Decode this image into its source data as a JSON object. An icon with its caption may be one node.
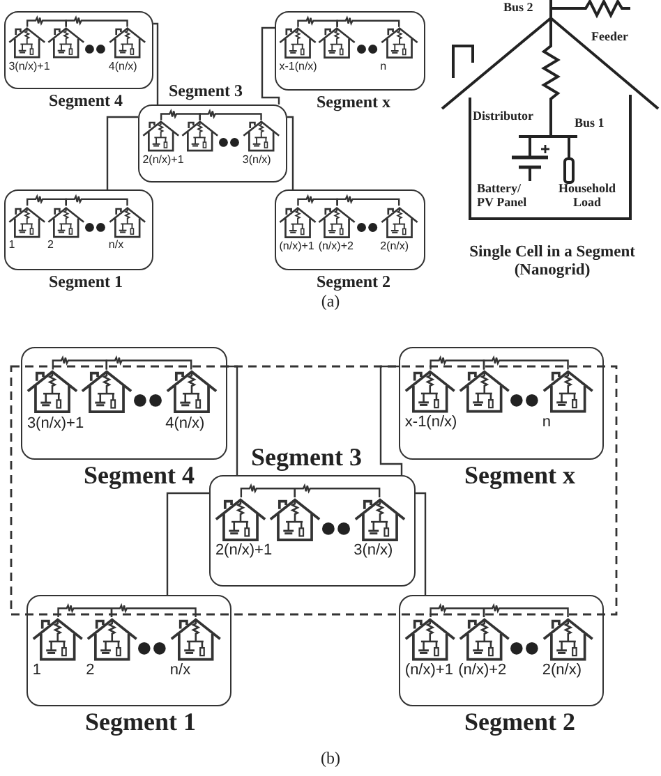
{
  "diagram": {
    "nodes": [
      {
        "text": [
          "Segment 4"
        ]
      },
      {
        "text": [
          "3(n/x)+1"
        ],
        "in": 0
      },
      {
        "text": [],
        "shape": "house",
        "in": 0
      },
      {
        "text": [
          "4(n/x)"
        ],
        "in": 0
      },
      {
        "text": [
          "Segment x"
        ]
      },
      {
        "text": [
          "x-1(n/x)"
        ],
        "in": 4
      },
      {
        "text": [],
        "shape": "house",
        "in": 4
      },
      {
        "text": [
          "n"
        ],
        "in": 4
      },
      {
        "text": [
          "Segment 3"
        ]
      },
      {
        "text": [
          "2(n/x)+1"
        ],
        "in": 8
      },
      {
        "text": [],
        "shape": "house",
        "in": 8
      },
      {
        "text": [
          "3(n/x)"
        ],
        "in": 8
      },
      {
        "text": [
          "Segment 1"
        ]
      },
      {
        "text": [
          "1"
        ],
        "in": 12
      },
      {
        "text": [
          "2"
        ],
        "in": 12
      },
      {
        "text": [
          "n/x"
        ],
        "in": 12
      },
      {
        "text": [
          "Segment 2"
        ]
      },
      {
        "text": [
          "(n/x)+1"
        ],
        "in": 16
      },
      {
        "text": [
          "(n/x)+2"
        ],
        "in": 16
      },
      {
        "text": [
          "2(n/x)"
        ],
        "in": 16
      },
      {
        "text": [
          "Segment 4"
        ]
      },
      {
        "text": [
          "3(n/x)+1"
        ],
        "in": 20
      },
      {
        "text": [],
        "shape": "house",
        "in": 20
      },
      {
        "text": [
          "4(n/x)"
        ],
        "in": 20
      },
      {
        "text": [
          "Segment x"
        ]
      },
      {
        "text": [
          "x-1(n/x)"
        ],
        "in": 24
      },
      {
        "text": [],
        "shape": "house",
        "in": 24
      },
      {
        "text": [
          "n"
        ],
        "in": 24
      },
      {
        "text": [
          "Segment 3"
        ]
      },
      {
        "text": [
          "2(n/x)+1"
        ],
        "in": 28
      },
      {
        "text": [],
        "shape": "house",
        "in": 28
      },
      {
        "text": [
          "3(n/x)"
        ],
        "in": 28
      },
      {
        "text": [
          "Segment 1"
        ]
      },
      {
        "text": [
          "1"
        ],
        "in": 32
      },
      {
        "text": [
          "2"
        ],
        "in": 32
      },
      {
        "text": [
          "n/x"
        ],
        "in": 32
      },
      {
        "text": [
          "Segment 2"
        ]
      },
      {
        "text": [
          "(n/x)+1"
        ],
        "in": 36
      },
      {
        "text": [
          "(n/x)+2"
        ],
        "in": 36
      },
      {
        "text": [
          "2(n/x)"
        ],
        "in": 36
      }
    ],
    "edges": [
      {
        "from": 0,
        "to": 8,
        "arrow": "none"
      },
      {
        "from": 4,
        "to": 8,
        "arrow": "none"
      },
      {
        "from": 8,
        "to": 12,
        "arrow": "none"
      },
      {
        "from": 8,
        "to": 16,
        "arrow": "none"
      },
      {
        "from": 20,
        "to": 28,
        "arrow": "none"
      },
      {
        "from": 24,
        "to": 28,
        "arrow": "none"
      },
      {
        "from": 28,
        "to": 32,
        "arrow": "none"
      },
      {
        "from": 28,
        "to": 36,
        "arrow": "none"
      },
      {
        "from": 1,
        "to": 2,
        "arrow": "none"
      },
      {
        "from": 2,
        "to": 3,
        "arrow": "none"
      },
      {
        "from": 5,
        "to": 6,
        "arrow": "none"
      },
      {
        "from": 6,
        "to": 7,
        "arrow": "none"
      },
      {
        "from": 9,
        "to": 10,
        "arrow": "none"
      },
      {
        "from": 10,
        "to": 11,
        "arrow": "none"
      },
      {
        "from": 13,
        "to": 14,
        "arrow": "none"
      },
      {
        "from": 14,
        "to": 15,
        "arrow": "none"
      },
      {
        "from": 17,
        "to": 18,
        "arrow": "none"
      },
      {
        "from": 18,
        "to": 19,
        "arrow": "none"
      },
      {
        "from": 21,
        "to": 22,
        "arrow": "none"
      },
      {
        "from": 22,
        "to": 23,
        "arrow": "none"
      },
      {
        "from": 25,
        "to": 26,
        "arrow": "none"
      },
      {
        "from": 26,
        "to": 27,
        "arrow": "none"
      },
      {
        "from": 29,
        "to": 30,
        "arrow": "none"
      },
      {
        "from": 30,
        "to": 31,
        "arrow": "none"
      },
      {
        "from": 33,
        "to": 34,
        "arrow": "none"
      },
      {
        "from": 34,
        "to": 35,
        "arrow": "none"
      },
      {
        "from": 37,
        "to": 38,
        "arrow": "none"
      },
      {
        "from": 38,
        "to": 39,
        "arrow": "none"
      }
    ],
    "labels": [
      "Bus 2",
      "Feeder",
      "Distributor",
      "Bus 1",
      "Battery/ PV Panel",
      "Household Load",
      "Single Cell in a Segment (Nanogrid)",
      "(a)",
      "(b)"
    ]
  }
}
